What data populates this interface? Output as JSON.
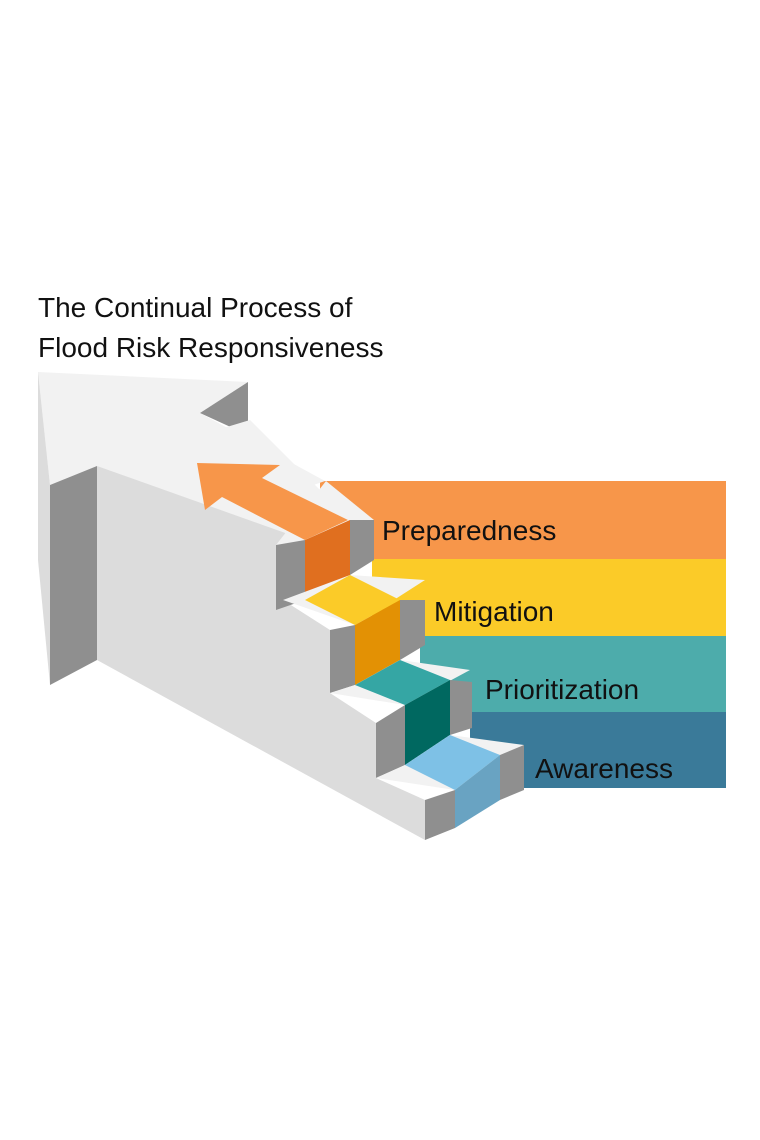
{
  "title": {
    "line1": "The Continual Process of",
    "line2": "Flood Risk Responsiveness"
  },
  "stages": [
    {
      "label": "Preparedness",
      "color": "#F7964A",
      "tread": "#F7964A",
      "riser": "#E06F1F"
    },
    {
      "label": "Mitigation",
      "color": "#FBCB28",
      "tread": "#FBCB28",
      "riser": "#E39104"
    },
    {
      "label": "Prioritization",
      "color": "#4DACAB",
      "tread": "#35A6A4",
      "riser": "#006860"
    },
    {
      "label": "Awareness",
      "color": "#3A7A99",
      "tread": "#7EC1E6",
      "riser": "#69A3C2"
    }
  ],
  "colors": {
    "stair_top": "#F2F2F2",
    "stair_face": "#DCDCDC",
    "stair_side": "#8F8F8F",
    "accent_arrow": "#F7964A"
  },
  "icons": {
    "big_arrow": "up-left-arrow-icon",
    "small_arrow": "up-left-arrow-icon"
  }
}
